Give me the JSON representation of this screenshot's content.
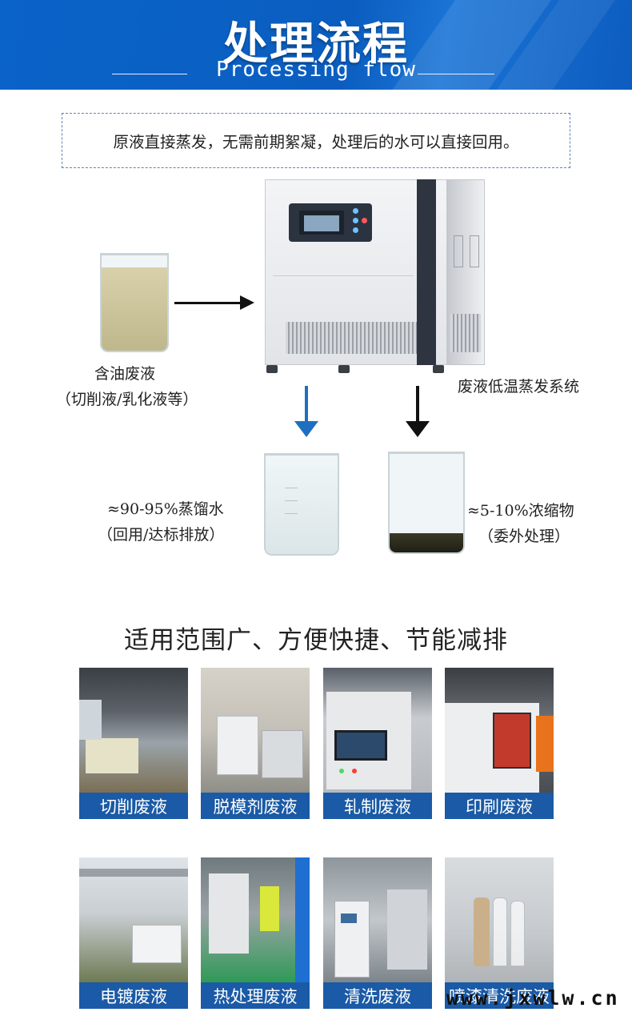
{
  "header": {
    "title": "处理流程",
    "subtitle": "Processing flow"
  },
  "intro": {
    "text": "原液直接蒸发，无需前期絮凝，处理后的水可以直接回用。"
  },
  "diagram": {
    "input_label": "含油废液",
    "input_sublabel": "（切削液/乳化液等）",
    "system_label": "废液低温蒸发系统",
    "distillate_label": "≈90-95%蒸馏水",
    "distillate_sublabel": "（回用/达标排放）",
    "concentrate_label": "≈5-10%浓缩物",
    "concentrate_sublabel": "（委外处理）",
    "colors": {
      "blue_arrow": "#1f6fc0",
      "black_arrow": "#111111",
      "oily_liquid": "#c9c29a",
      "water": "#e4eef1",
      "concentrate": "#2a2a1f"
    }
  },
  "applications": {
    "title": "适用范围广、方便快捷、节能减排",
    "items": [
      {
        "label": "切削废液",
        "photo": "factory-floor"
      },
      {
        "label": "脱模剂废液",
        "photo": "machine-with-tanks"
      },
      {
        "label": "轧制废液",
        "photo": "control-cabinet"
      },
      {
        "label": "印刷废液",
        "photo": "operator-at-panel"
      },
      {
        "label": "电镀废液",
        "photo": "outdoor-canopy"
      },
      {
        "label": "热处理废液",
        "photo": "workers-in-plant"
      },
      {
        "label": "清洗废液",
        "photo": "workshop-unit"
      },
      {
        "label": "喷漆清洗废液",
        "photo": "sample-bottles"
      }
    ],
    "caption_color": "#1a5aa6"
  },
  "watermark": {
    "text": "www.jxwlw.cn"
  }
}
